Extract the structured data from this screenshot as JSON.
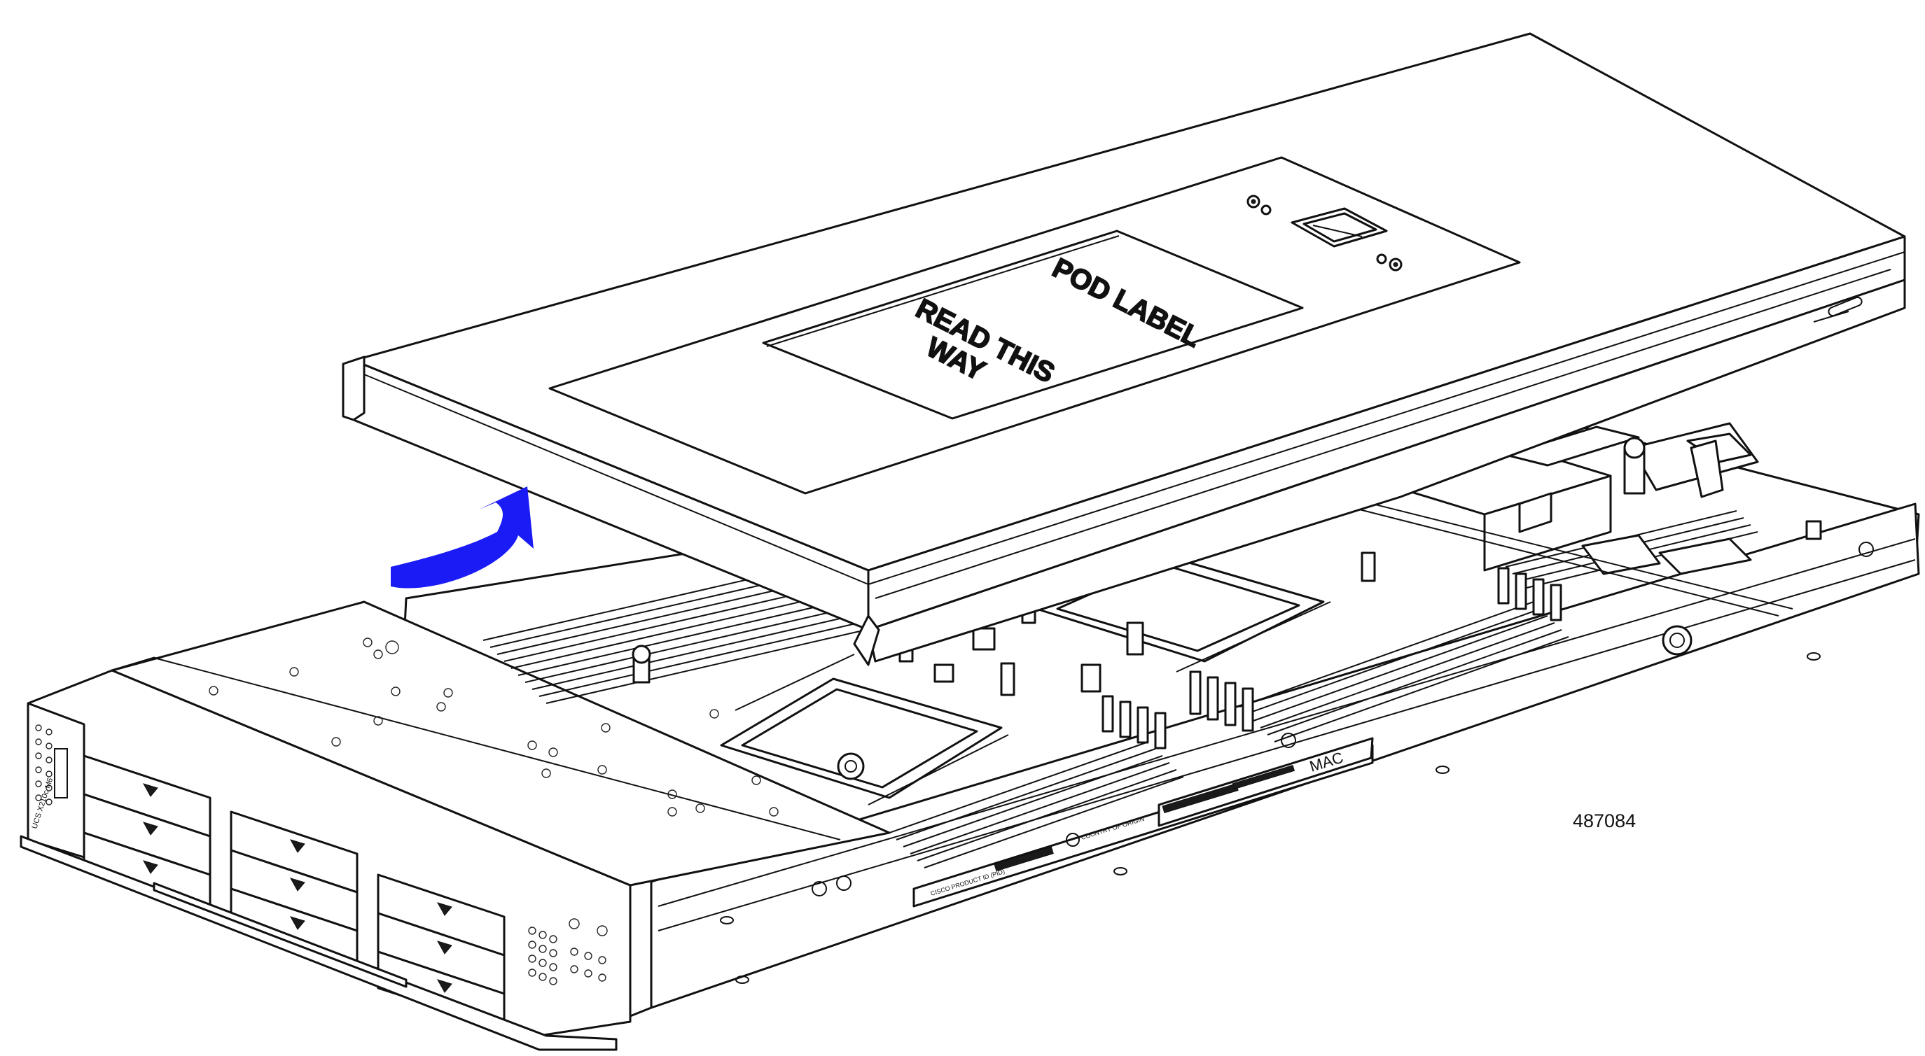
{
  "figure": {
    "id_text": "487084"
  },
  "cover": {
    "pod_label_text": "POD LABEL",
    "read_text_line1": "READ THIS",
    "read_text_line2": "WAY"
  },
  "side_label": {
    "mac_text": "MAC",
    "country_text": "COUNTRY OF ORIGIN",
    "product_text": "CISCO PRODUCT ID (PID)"
  },
  "front_panel": {
    "model_text": "UCS X210c M6"
  },
  "colors": {
    "arrow": "#1b1bf5",
    "line": "#111111",
    "background": "#ffffff"
  },
  "icons": {
    "removal_arrow": "curved-arrow-up-right"
  }
}
